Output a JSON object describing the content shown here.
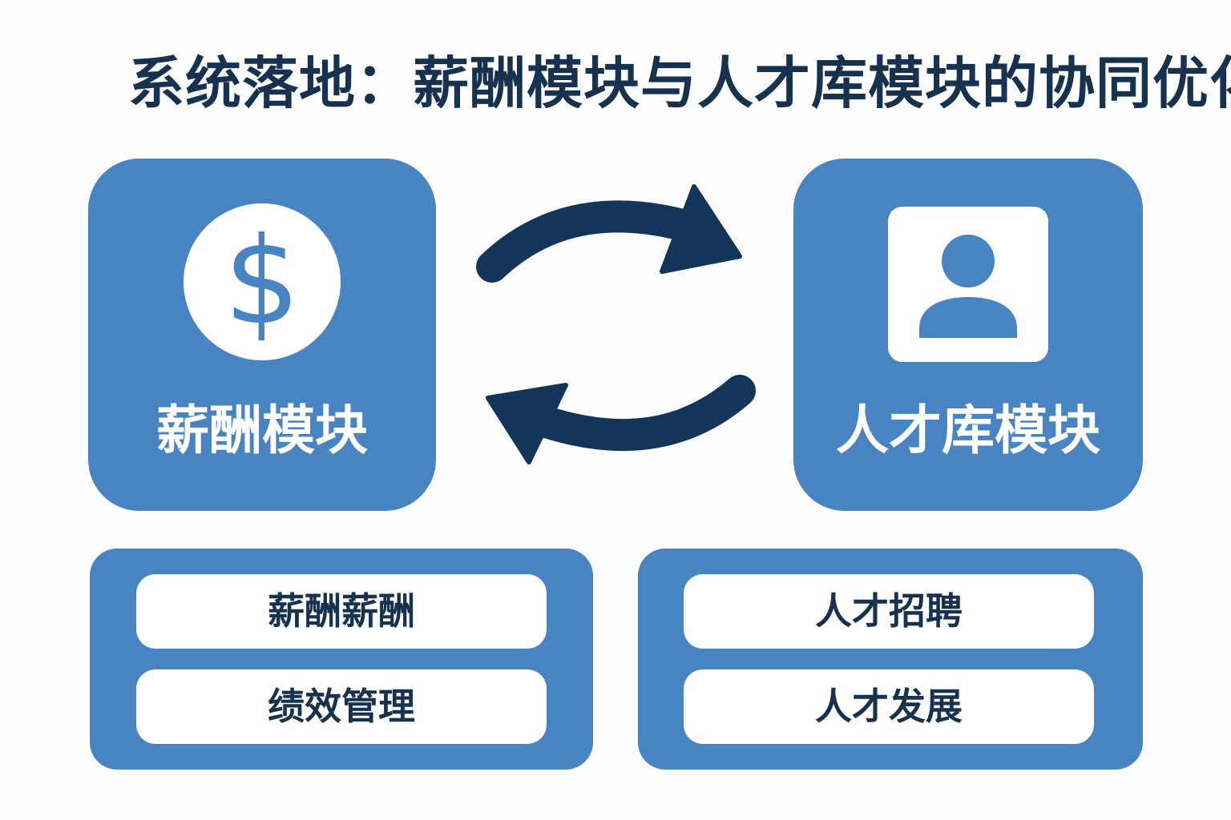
{
  "title": "系统落地：薪酬模块与人才库模块的协同优化",
  "modules": {
    "salary": {
      "label": "薪酬模块",
      "icon": "dollar-icon",
      "icon_glyph": "$"
    },
    "talent": {
      "label": "人才库模块",
      "icon": "profile-icon"
    }
  },
  "connector": {
    "icon": "bidirectional-sync-arrows-icon"
  },
  "panels": {
    "left": {
      "items": [
        "薪酬薪酬",
        "绩效管理"
      ]
    },
    "right": {
      "items": [
        "人才招聘",
        "人才发展"
      ]
    }
  },
  "colors": {
    "card_blue": "#4784c1",
    "arrow_navy": "#13355a",
    "title_navy": "#17324f",
    "white": "#ffffff",
    "background": "#fdfdfe"
  }
}
